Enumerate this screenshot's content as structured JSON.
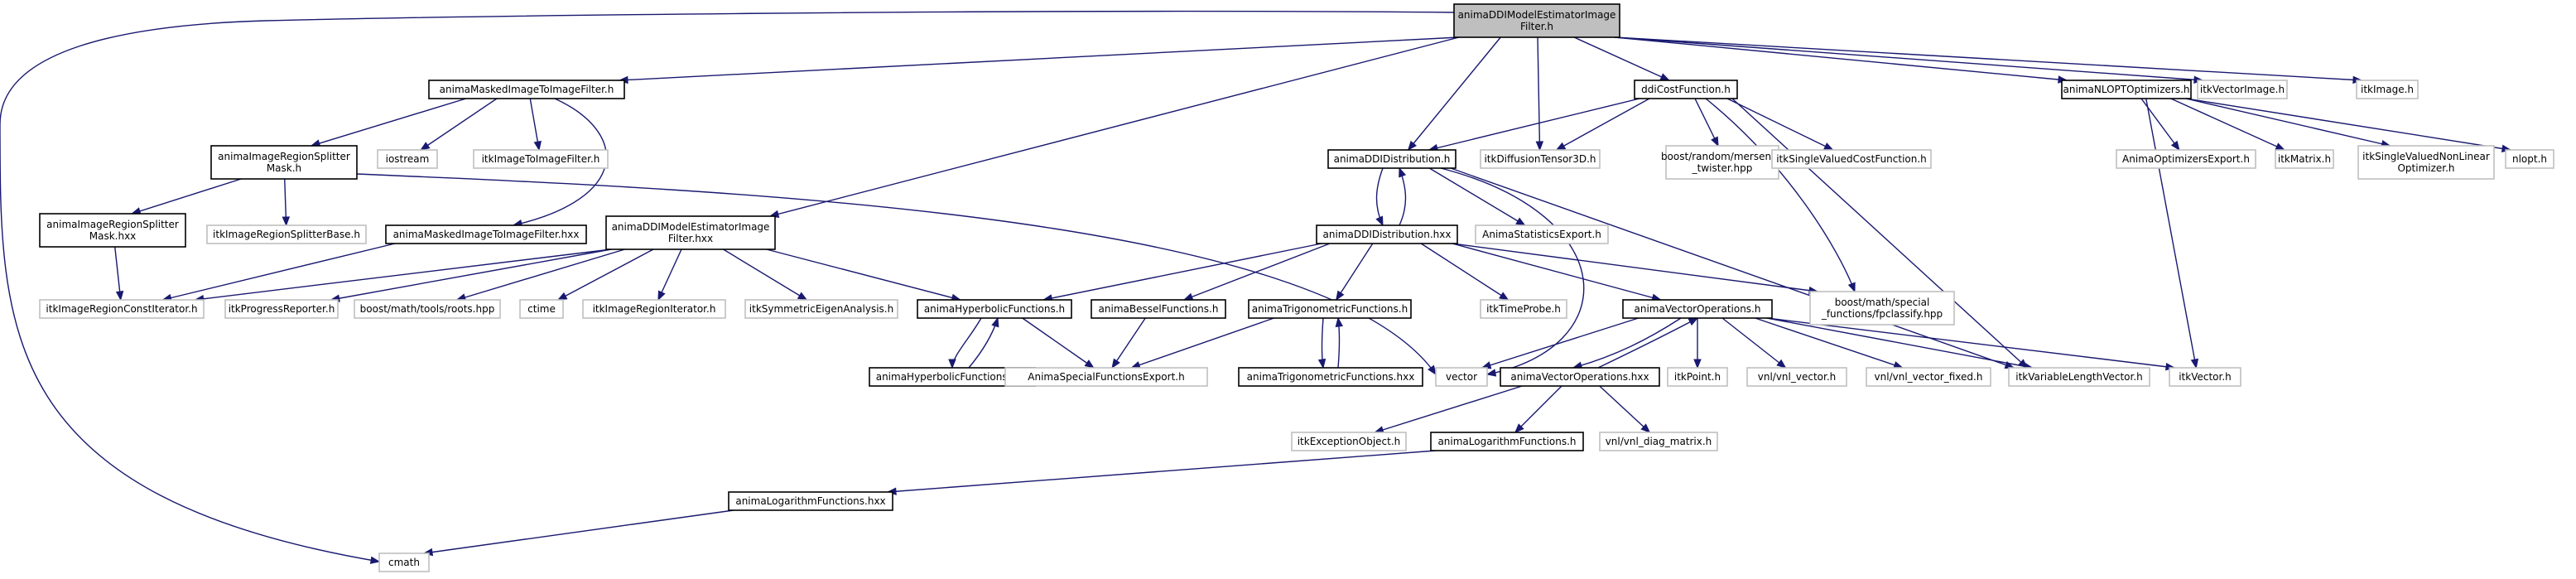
{
  "graph": {
    "colors": {
      "edge": "#191970",
      "main_fill": "#bfbfbf",
      "doc_border": "#000000",
      "ext_border": "#bfbfbf"
    },
    "nodes": {
      "main": [
        "animaDDIModelEstimatorImage",
        "Filter.h"
      ],
      "maskedFilterH": [
        "animaMaskedImageToImageFilter.h"
      ],
      "ddiCostH": [
        "ddiCostFunction.h"
      ],
      "nloptH": [
        "animaNLOPTOptimizers.h"
      ],
      "itkVectorImage": [
        "itkVectorImage.h"
      ],
      "itkImage": [
        "itkImage.h"
      ],
      "regionSplitterH": [
        "animaImageRegionSplitter",
        "Mask.h"
      ],
      "iostream": [
        "iostream"
      ],
      "itkImageToImageFilter": [
        "itkImageToImageFilter.h"
      ],
      "ddiDistH": [
        "animaDDIDistribution.h"
      ],
      "itkDiffTensor": [
        "itkDiffusionTensor3D.h"
      ],
      "boostRandom": [
        "boost/random/mersenne",
        "_twister.hpp"
      ],
      "itkSingleValuedCost": [
        "itkSingleValuedCostFunction.h"
      ],
      "animaOptExport": [
        "AnimaOptimizersExport.h"
      ],
      "itkMatrix": [
        "itkMatrix.h"
      ],
      "itkSVNLOpt": [
        "itkSingleValuedNonLinear",
        "Optimizer.h"
      ],
      "nlopt": [
        "nlopt.h"
      ],
      "regionSplitterHxx": [
        "animaImageRegionSplitter",
        "Mask.hxx"
      ],
      "regionSplitterBase": [
        "itkImageRegionSplitterBase.h"
      ],
      "maskedFilterHxx": [
        "animaMaskedImageToImageFilter.hxx"
      ],
      "mainHxx": [
        "animaDDIModelEstimatorImage",
        "Filter.hxx"
      ],
      "animaStatsExport": [
        "AnimaStatisticsExport.h"
      ],
      "ddiDistHxx": [
        "animaDDIDistribution.hxx"
      ],
      "itkRegionConstIt": [
        "itkImageRegionConstIterator.h"
      ],
      "itkProgress": [
        "itkProgressReporter.h"
      ],
      "boostRoots": [
        "boost/math/tools/roots.hpp"
      ],
      "ctime": [
        "ctime"
      ],
      "itkRegionIt": [
        "itkImageRegionIterator.h"
      ],
      "itkSymEigen": [
        "itkSymmetricEigenAnalysis.h"
      ],
      "hyperH": [
        "animaHyperbolicFunctions.h"
      ],
      "besselH": [
        "animaBesselFunctions.h"
      ],
      "trigoH": [
        "animaTrigonometricFunctions.h"
      ],
      "itkTimeProbe": [
        "itkTimeProbe.h"
      ],
      "vecOpsH": [
        "animaVectorOperations.h"
      ],
      "boostFpclassify": [
        "boost/math/special",
        "_functions/fpclassify.hpp"
      ],
      "hyperHxx": [
        "animaHyperbolicFunctions.hxx"
      ],
      "specialExport": [
        "AnimaSpecialFunctionsExport.h"
      ],
      "trigoHxx": [
        "animaTrigonometricFunctions.hxx"
      ],
      "vector": [
        "vector"
      ],
      "vecOpsHxx": [
        "animaVectorOperations.hxx"
      ],
      "itkPoint": [
        "itkPoint.h"
      ],
      "vnlVector": [
        "vnl/vnl_vector.h"
      ],
      "vnlVectorFixed": [
        "vnl/vnl_vector_fixed.h"
      ],
      "itkVarLenVec": [
        "itkVariableLengthVector.h"
      ],
      "itkVector": [
        "itkVector.h"
      ],
      "itkException": [
        "itkExceptionObject.h"
      ],
      "logH": [
        "animaLogarithmFunctions.h"
      ],
      "vnlDiag": [
        "vnl/vnl_diag_matrix.h"
      ],
      "logHxx": [
        "animaLogarithmFunctions.hxx"
      ],
      "cmath": [
        "cmath"
      ]
    }
  }
}
